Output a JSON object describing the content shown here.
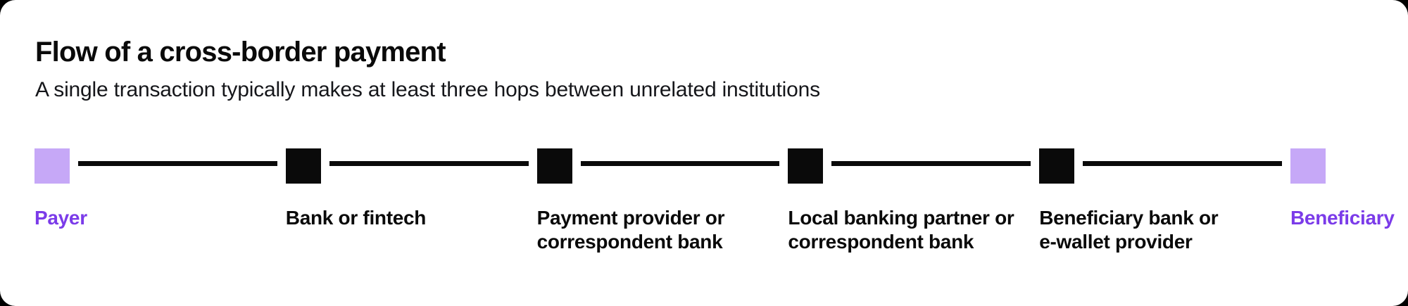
{
  "header": {
    "title": "Flow of a cross-border payment",
    "subtitle": "A single transaction typically makes at least three hops between unrelated institutions"
  },
  "palette": {
    "card_background": "#ffffff",
    "page_background": "#000000",
    "connector_color": "#0a0a0a",
    "hop_square_color": "#0a0a0a",
    "endpoint_square_color": "#c6a8f7",
    "endpoint_label_color": "#7b3be9",
    "hop_label_color": "#0a0a0a",
    "title_color": "#0a0a0a",
    "subtitle_color": "#15161a"
  },
  "flow": {
    "nodes": [
      {
        "id": "payer",
        "label": "Payer",
        "square_color": "#c6a8f7",
        "label_color": "#7b3be9"
      },
      {
        "id": "bank-or-fintech",
        "label": "Bank or fintech",
        "square_color": "#0a0a0a",
        "label_color": "#0a0a0a"
      },
      {
        "id": "payment-provider",
        "label": "Payment provider or\ncorrespondent bank",
        "square_color": "#0a0a0a",
        "label_color": "#0a0a0a"
      },
      {
        "id": "local-banking-partner",
        "label": "Local banking partner or\ncorrespondent bank",
        "square_color": "#0a0a0a",
        "label_color": "#0a0a0a"
      },
      {
        "id": "beneficiary-bank",
        "label": "Beneficiary bank or\ne-wallet provider",
        "square_color": "#0a0a0a",
        "label_color": "#0a0a0a"
      },
      {
        "id": "beneficiary",
        "label": "Beneficiary",
        "square_color": "#c6a8f7",
        "label_color": "#7b3be9"
      }
    ]
  }
}
